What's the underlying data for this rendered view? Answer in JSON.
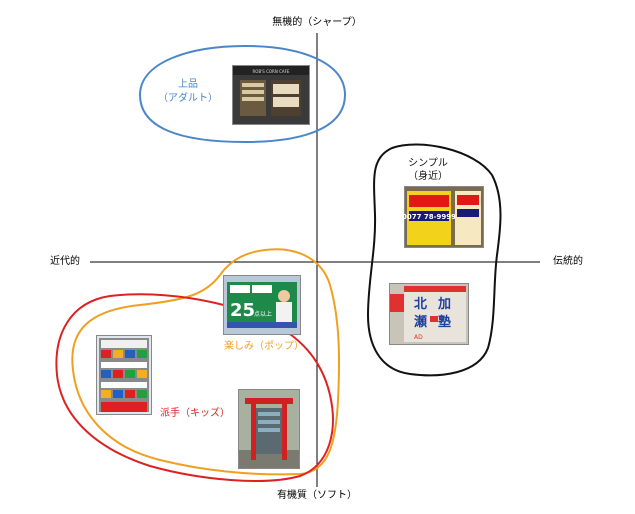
{
  "axes": {
    "top": "無機的（シャープ）",
    "bottom": "有機質（ソフト）",
    "left": "近代的",
    "right": "伝統的"
  },
  "groups": {
    "adult": {
      "line1": "上品",
      "line2": "（アダルト）",
      "color": "#4a86c8"
    },
    "simple": {
      "line1": "シンプル",
      "line2": "（身近）",
      "color": "#111111"
    },
    "pop": {
      "label": "楽しみ（ポップ）",
      "color": "#f0a020"
    },
    "kids": {
      "label": "派手（キッズ）",
      "color": "#dd2222"
    }
  },
  "photos": {
    "adult_sign": {
      "icon": "shop-sign-photo",
      "text": "ROB'S CORN CAFE"
    },
    "simple_sign_top": {
      "icon": "red-yellow-sign-photo",
      "text": "0077 78-9999"
    },
    "simple_sign_bottom": {
      "icon": "blue-juku-sign-photo",
      "chars": [
        "北",
        "加",
        "瀬",
        "塾"
      ],
      "footer": "AD"
    },
    "pop_billboard": {
      "icon": "billboard-photo",
      "number": "25",
      "suffix": "点以上"
    },
    "kids_building": {
      "icon": "colorful-building-photo"
    },
    "kids_gate": {
      "icon": "red-gate-photo"
    }
  }
}
